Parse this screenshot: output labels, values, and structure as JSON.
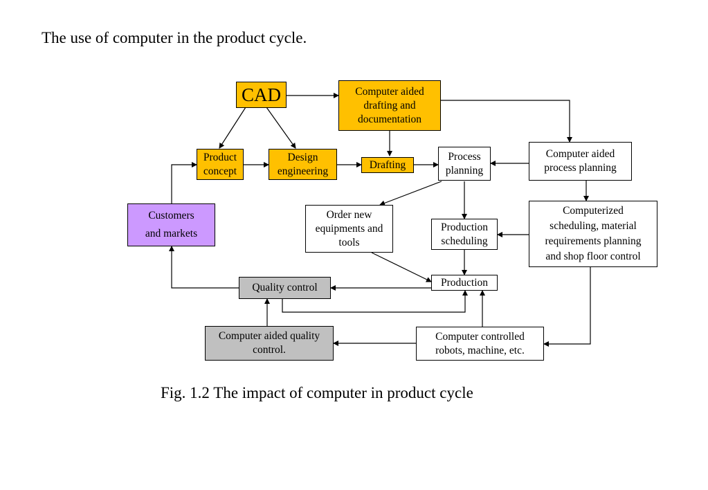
{
  "heading": "The use of computer in the product cycle.",
  "caption": "Fig. 1.2 The impact of computer in product cycle",
  "colors": {
    "yellow": "#ffc000",
    "purple": "#cc99ff",
    "gray": "#c0c0c0"
  },
  "nodes": {
    "cad": "CAD",
    "drafting_doc": "Computer aided\ndrafting and\ndocumentation",
    "product_concept": "Product\nconcept",
    "design_engineering": "Design\nengineering",
    "drafting": "Drafting",
    "process_planning": "Process\nplanning",
    "capp": "Computer aided\nprocess planning",
    "customers": "Customers\nand markets",
    "order_equipment": "Order new\nequipments and\ntools",
    "production_scheduling": "Production\nscheduling",
    "scheduling_mrp": "Computerized\nscheduling, material\nrequirements  planning\nand shop floor control",
    "quality_control": "Quality control",
    "production": "Production",
    "caqc": "Computer aided quality\ncontrol.",
    "robots": "Computer controlled\nrobots, machine, etc."
  }
}
